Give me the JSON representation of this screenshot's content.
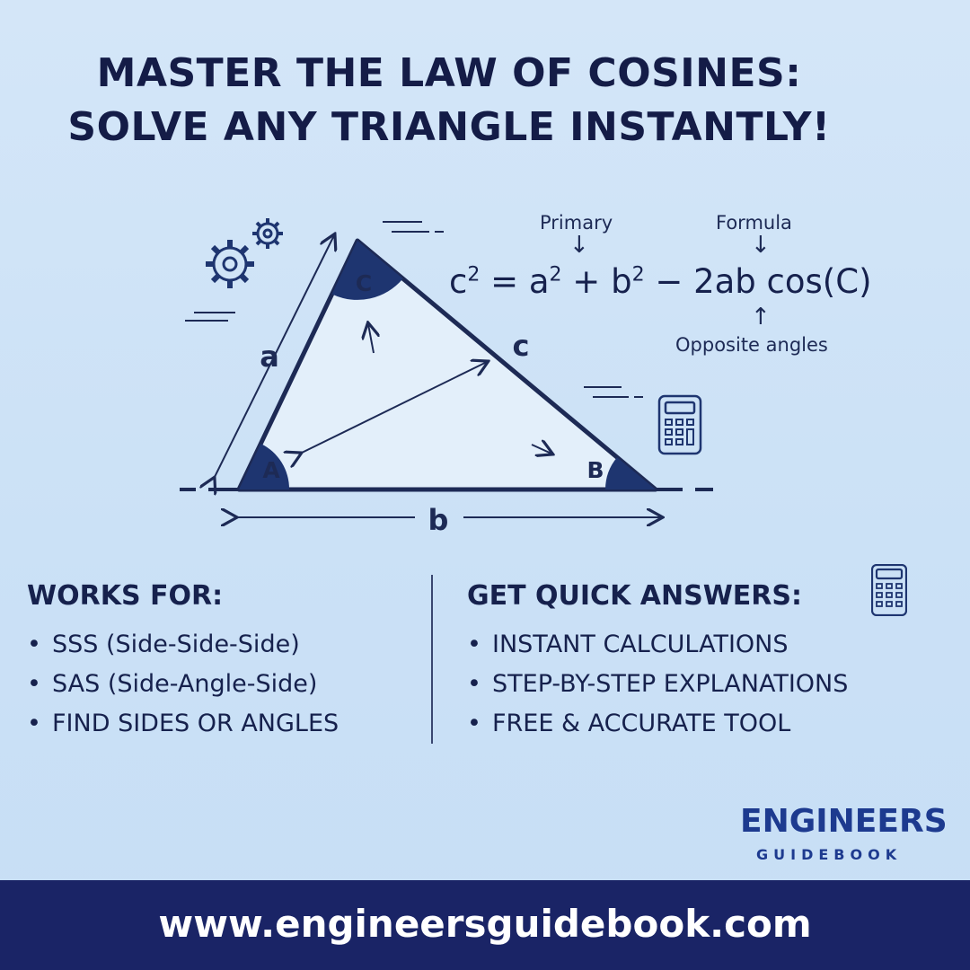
{
  "title": {
    "line1": "MASTER THE LAW OF COSINES:",
    "line2": "SOLVE ANY TRIANGLE INSTANTLY!"
  },
  "diagram": {
    "vertices": {
      "a": "A",
      "b": "B",
      "c": "C"
    },
    "sides": {
      "a": "a",
      "b": "b",
      "c": "c"
    },
    "formula": {
      "c": "c",
      "eq": " = a",
      "plus": " + b",
      "rest": " − 2ab cos(C)",
      "exp": "2"
    },
    "notes": {
      "primary": "Primary",
      "formula": "Formula",
      "opposite": "Opposite angles"
    }
  },
  "works_for": {
    "heading": "WORKS FOR:",
    "items": [
      "SSS (Side-Side-Side)",
      "SAS (Side-Angle-Side)",
      "FIND SIDES OR ANGLES"
    ]
  },
  "quick_answers": {
    "heading": "GET QUICK ANSWERS:",
    "items": [
      "INSTANT CALCULATIONS",
      "STEP-BY-STEP EXPLANATIONS",
      "FREE & ACCURATE TOOL"
    ]
  },
  "brand": {
    "name": "ENGINEERS",
    "sub": "GUIDEBOOK"
  },
  "footer": {
    "url": "www.engineersguidebook.com"
  },
  "icons": [
    "gear-icon",
    "calculator-icon"
  ],
  "colors": {
    "navy": "#1a2466",
    "triangle_fill": "#e3effa",
    "angle_fill": "#1e3570",
    "background": "#cfe3f7"
  }
}
